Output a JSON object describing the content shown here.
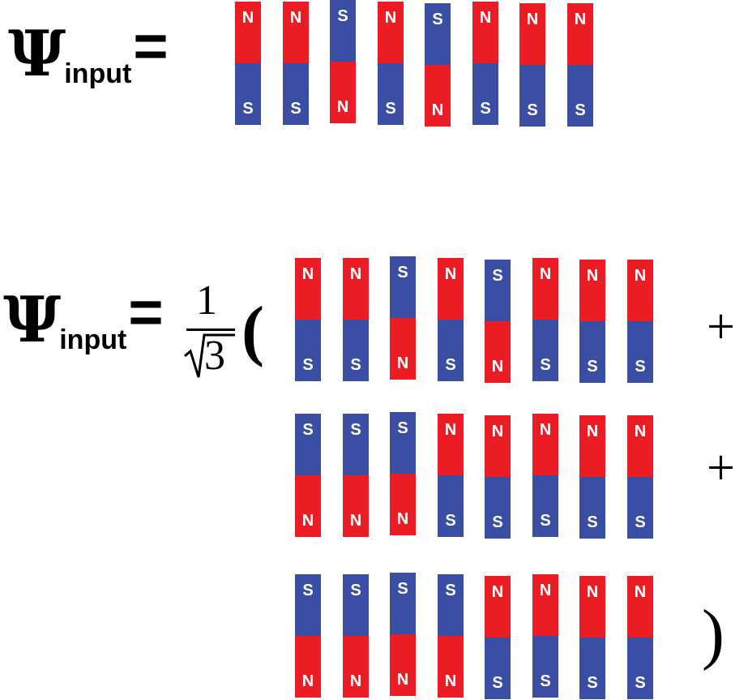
{
  "equation1": {
    "psi": "Ψ",
    "subscript": "input",
    "equals": "="
  },
  "equation2": {
    "psi": "Ψ",
    "subscript": "input",
    "equals": "=",
    "fraction": {
      "numerator": "1",
      "denominator": "3"
    },
    "open_paren": "(",
    "close_paren": ")",
    "plus_1": "+",
    "plus_2": "+"
  },
  "colors": {
    "north": "#ec1c24",
    "south": "#3a4fa3",
    "label": "#ffffff"
  },
  "rows": [
    {
      "top_poles": [
        "N",
        "N",
        "S",
        "N",
        "S",
        "N",
        "N",
        "N"
      ]
    },
    {
      "top_poles": [
        "N",
        "N",
        "S",
        "N",
        "S",
        "N",
        "N",
        "N"
      ]
    },
    {
      "top_poles": [
        "S",
        "S",
        "S",
        "N",
        "N",
        "N",
        "N",
        "N"
      ]
    },
    {
      "top_poles": [
        "S",
        "S",
        "S",
        "S",
        "N",
        "N",
        "N",
        "N"
      ]
    }
  ]
}
